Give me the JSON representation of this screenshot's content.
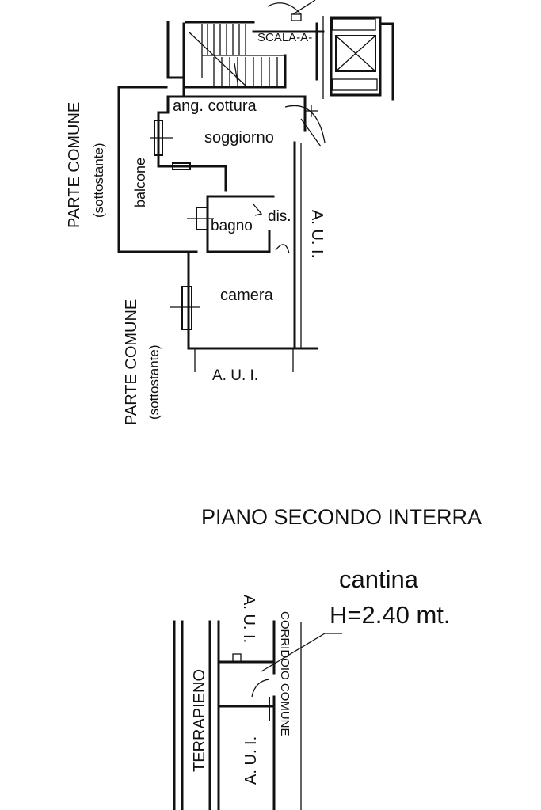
{
  "plan": {
    "upper_floor": {
      "stair_label": "SCALA-A-",
      "rooms": {
        "kitchenette": "ang. cottura",
        "living": "soggiorno",
        "balcony": "balcone",
        "bathroom": "bagno",
        "hallway": "dis.",
        "bedroom": "camera"
      },
      "neighbors": {
        "right": "A. U. I.",
        "bottom": "A. U. I."
      },
      "common_areas": [
        {
          "title": "PARTE COMUNE",
          "note": "(sottostante)"
        },
        {
          "title": "PARTE COMUNE",
          "note": "(sottostante)"
        }
      ]
    },
    "basement": {
      "floor_title": "PIANO SECONDO INTERRA",
      "room_name": "cantina",
      "height_note": "H=2.40 mt.",
      "embankment": "TERRAPIENO",
      "corridor": "CORRIDOIO COMUNE",
      "neighbor_top": "A. U. I.",
      "neighbor_bottom": "A. U. I."
    }
  }
}
